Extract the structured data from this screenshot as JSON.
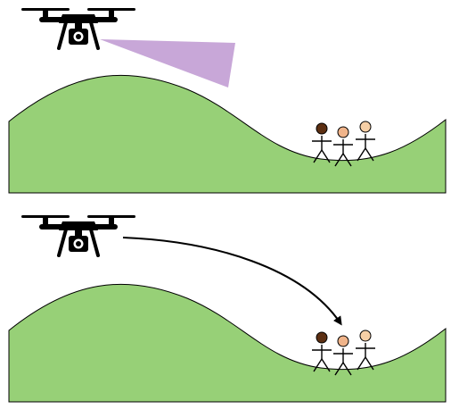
{
  "panels": [
    {
      "id": "top",
      "drone_icon": "quadcopter-drone-icon",
      "camera_view": {
        "shape": "camera-field-of-view-cone",
        "color": "#c8a7d8"
      },
      "people_count": 3
    },
    {
      "id": "bottom",
      "drone_icon": "quadcopter-drone-icon",
      "flight_path": {
        "shape": "curved-arrow-to-people",
        "color": "#000000"
      },
      "people_count": 3
    }
  ],
  "colors": {
    "terrain_fill": "#97d077",
    "terrain_stroke": "#000000",
    "drone_body": "#000000",
    "field_of_view": "#c8a7d8",
    "person_1_head": "#5c2f12",
    "person_2_head": "#f0b48a",
    "person_3_head": "#f6cfa6"
  }
}
